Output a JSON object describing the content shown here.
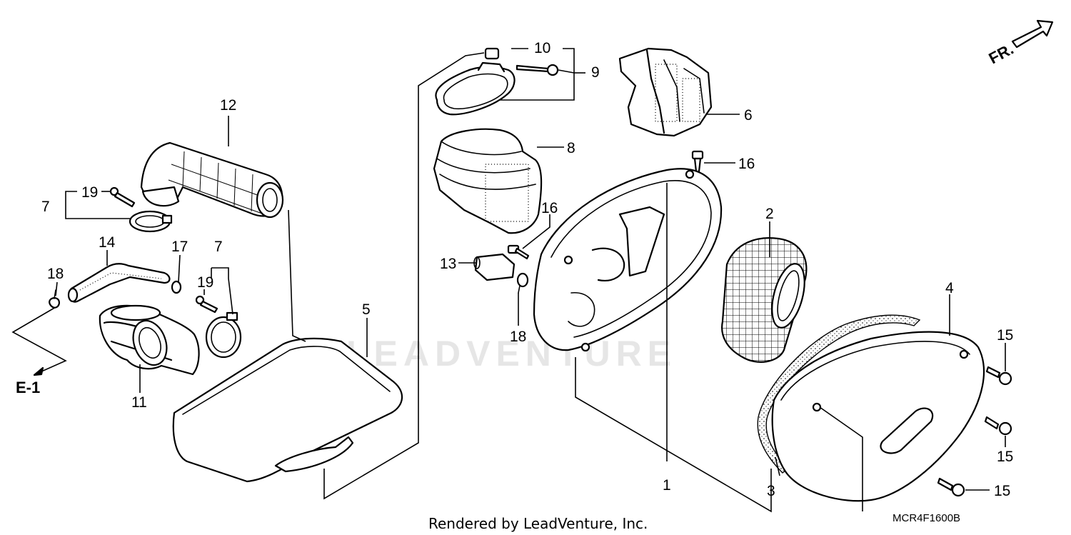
{
  "watermark": "LEADVENTURE",
  "footer": {
    "rendered_by": "Rendered by LeadVenture, Inc.",
    "diagram_code": "MCR4F1600B"
  },
  "direction": {
    "front": "FR.",
    "ref": "E-1"
  },
  "callouts": {
    "c1": "1",
    "c2": "2",
    "c3": "3",
    "c4": "4",
    "c5": "5",
    "c6": "6",
    "c7a": "7",
    "c7b": "7",
    "c8": "8",
    "c9": "9",
    "c10": "10",
    "c11": "11",
    "c12": "12",
    "c13": "13",
    "c14": "14",
    "c15a": "15",
    "c15b": "15",
    "c15c": "15",
    "c16a": "16",
    "c16b": "16",
    "c17": "17",
    "c18a": "18",
    "c18b": "18",
    "c19a": "19",
    "c19b": "19"
  }
}
